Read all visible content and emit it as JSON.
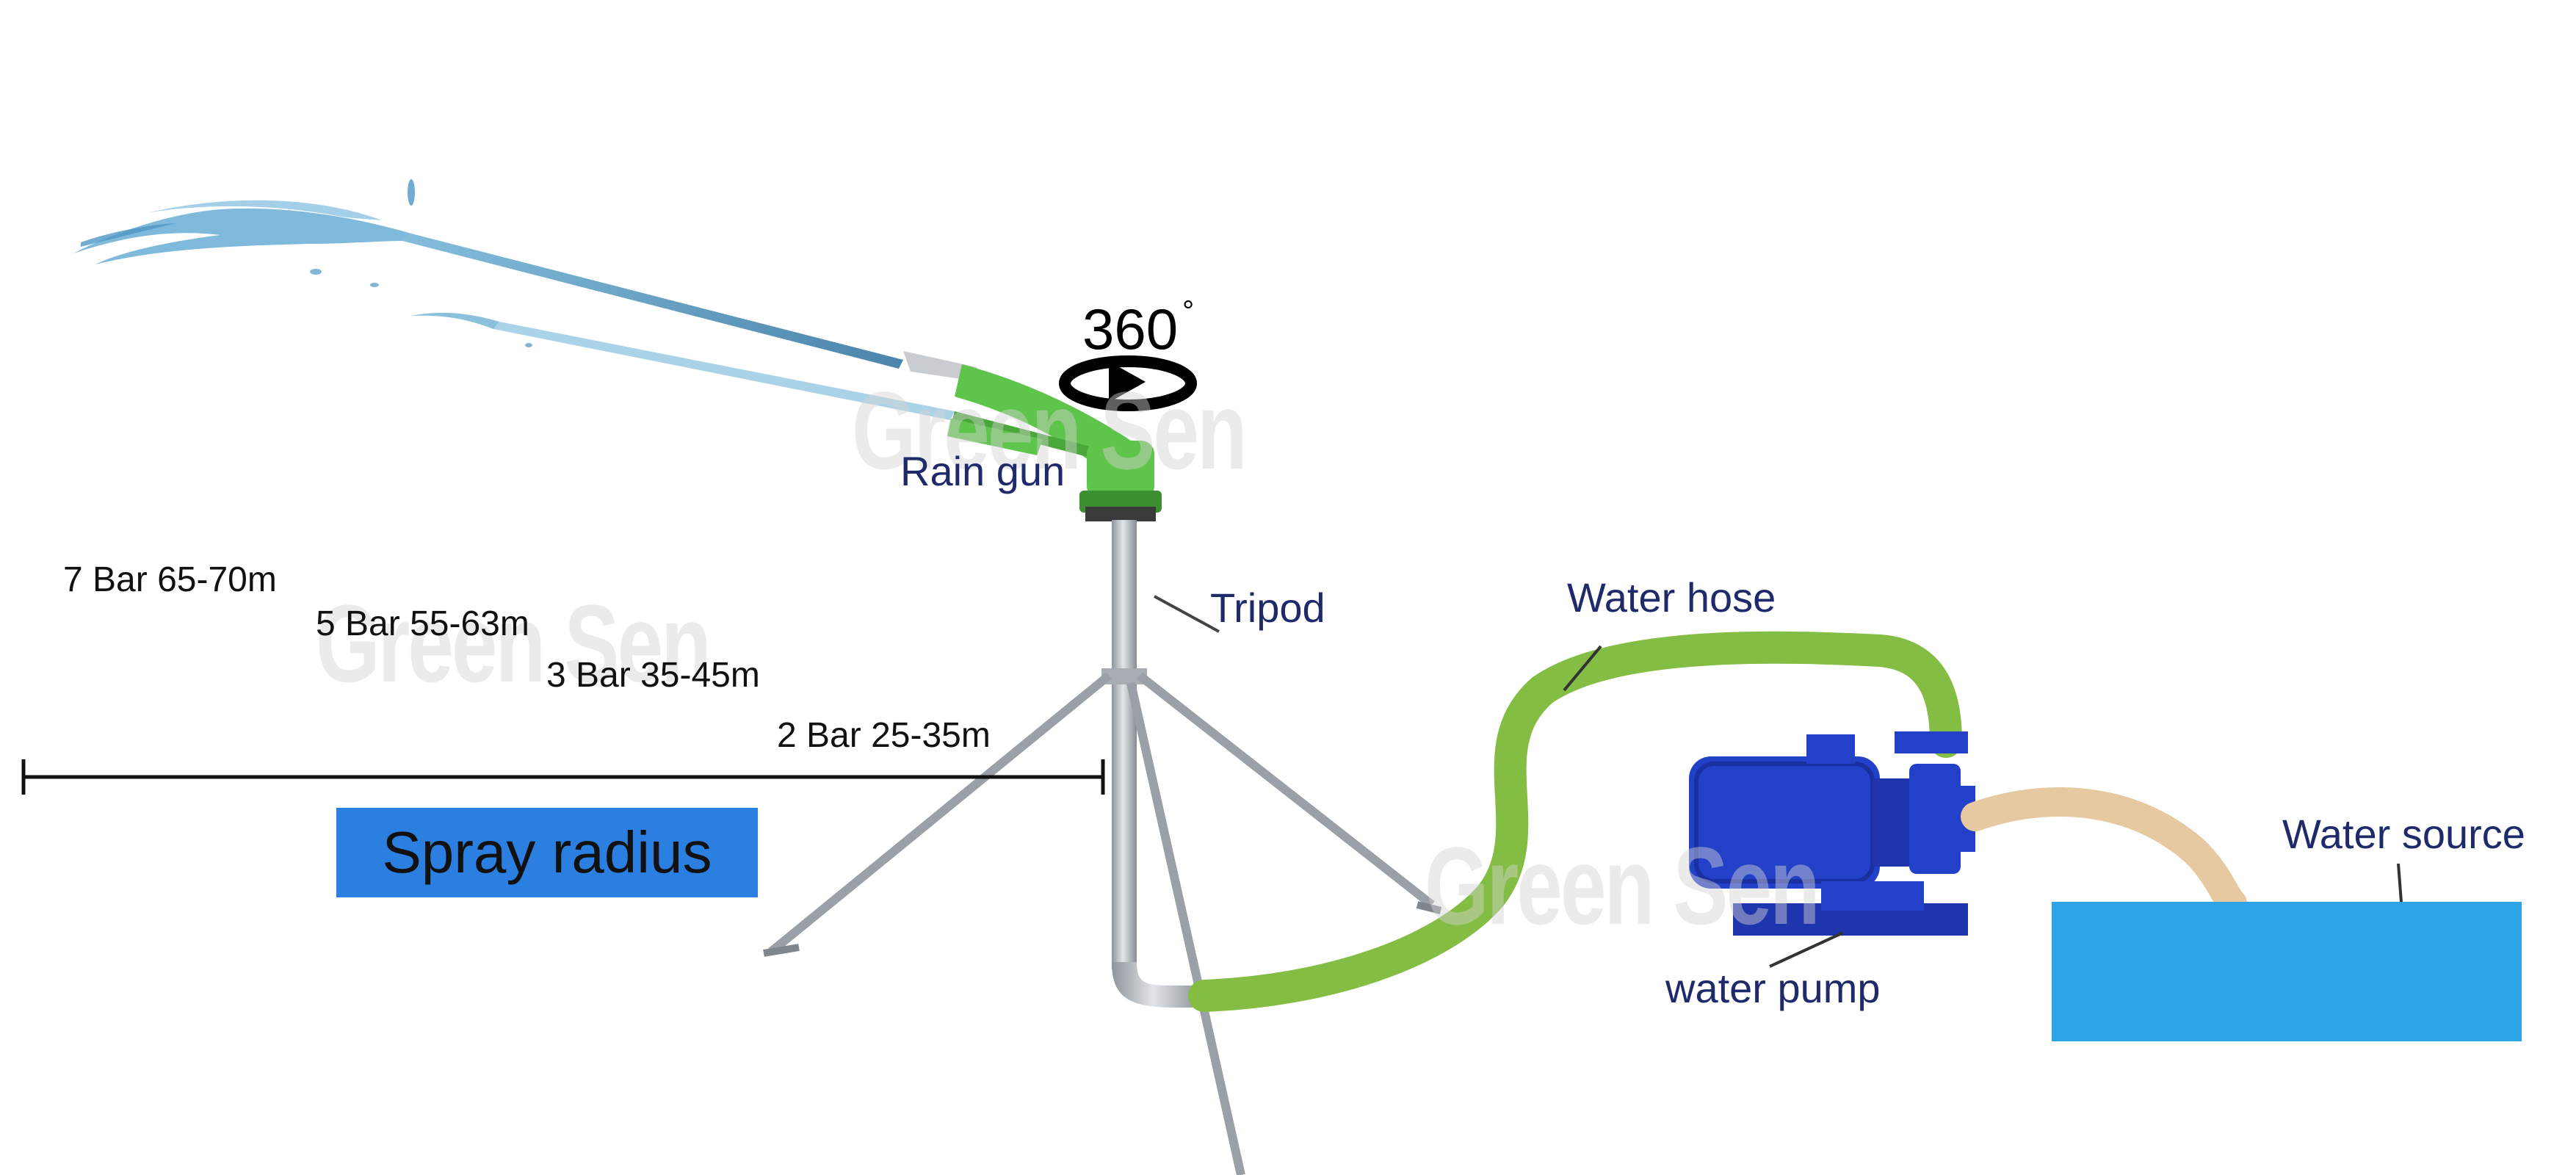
{
  "labels": {
    "rotation": "360",
    "rotation_unit": "°",
    "rain_gun": "Rain gun",
    "tripod": "Tripod",
    "water_hose": "Water hose",
    "water_pump": "water pump",
    "water_source": "Water source",
    "spray_radius": "Spray radius"
  },
  "pressure_ranges": [
    {
      "text": "7  Bar 65-70m"
    },
    {
      "text": "5 Bar 55-63m"
    },
    {
      "text": "3 Bar 35-45m"
    },
    {
      "text": "2  Bar 25-35m"
    }
  ],
  "watermark": "Green Sen",
  "colors": {
    "label_navy": "#1f2a6b",
    "gun_green": "#5fc44b",
    "hose_green": "#84bd43",
    "pump_blue": "#2340c8",
    "spray_box_blue": "#2a7fe0",
    "water_blue": "#2ea3e6",
    "steel": "#b9bec4",
    "suction_hose": "#e6c9a0"
  }
}
